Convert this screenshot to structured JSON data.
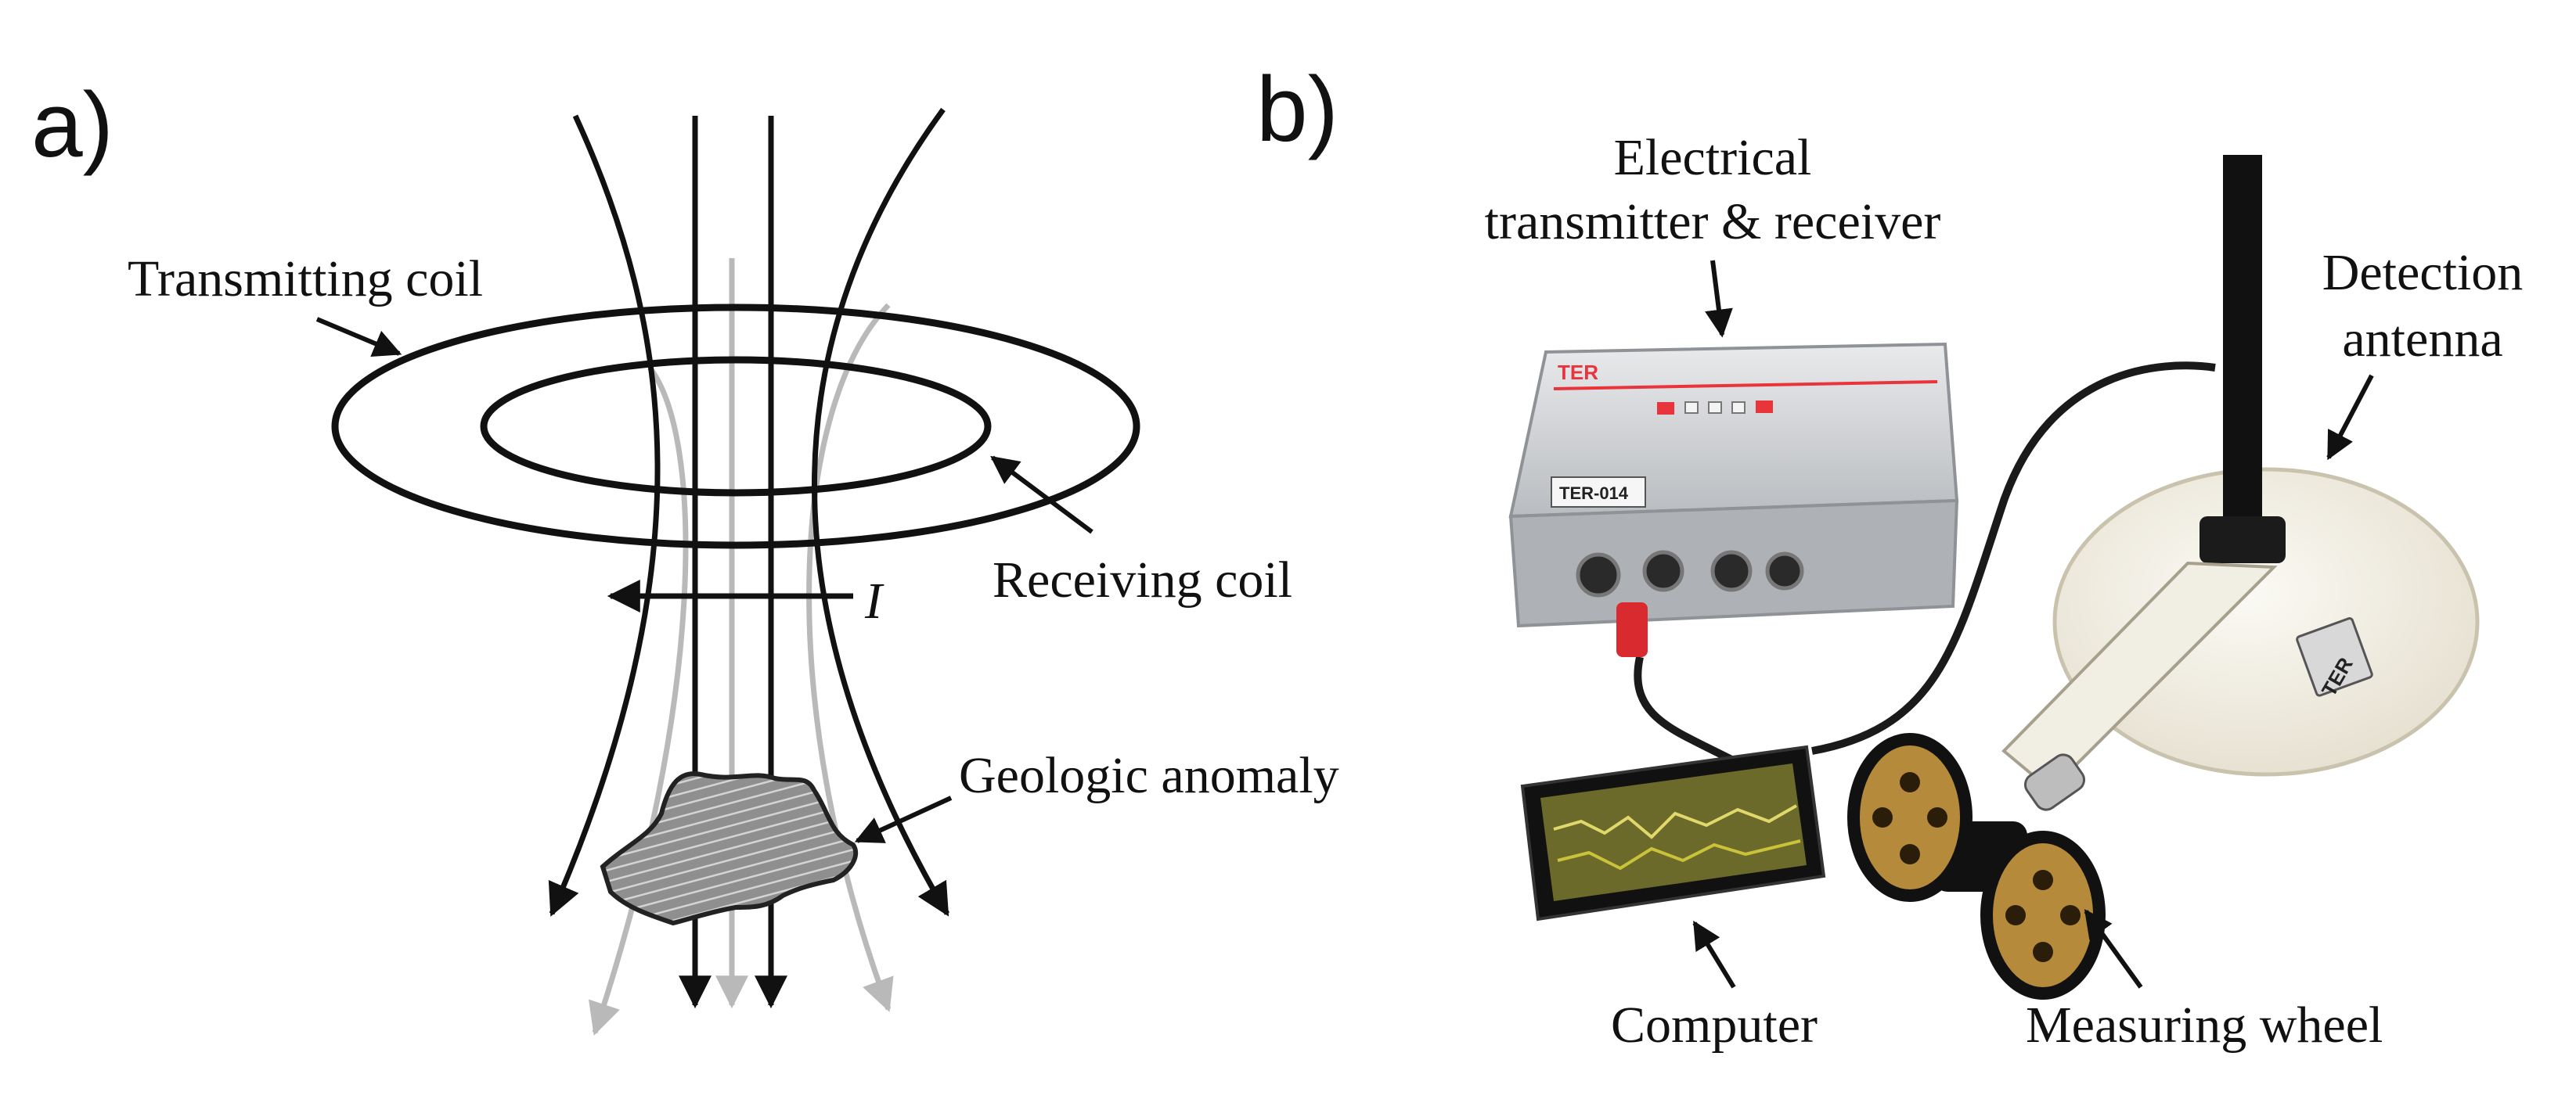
{
  "panel_a": {
    "label": "a)",
    "transmitting_coil_label": "Transmitting coil",
    "receiving_coil_label": "Receiving coil",
    "current_label": "I",
    "anomaly_label": "Geologic anomaly"
  },
  "panel_b": {
    "label": "b)",
    "transmitter_label_line1": "Electrical",
    "transmitter_label_line2": "transmitter & receiver",
    "antenna_label_line1": "Detection",
    "antenna_label_line2": "antenna",
    "computer_label": "Computer",
    "wheel_label": "Measuring wheel",
    "device_brand": "TER",
    "device_tag": "TER-014",
    "antenna_brand": "TER"
  },
  "colors": {
    "line": "#111111",
    "secondary_field": "#b9b9b9",
    "anomaly_fill": "#9a9a9a",
    "device_body": "#d6d8da",
    "device_accent": "#e8343a",
    "antenna_disk": "#f3f0e6",
    "wheel_rim": "#b58a3a",
    "screen_trace": "#c9c23a"
  }
}
